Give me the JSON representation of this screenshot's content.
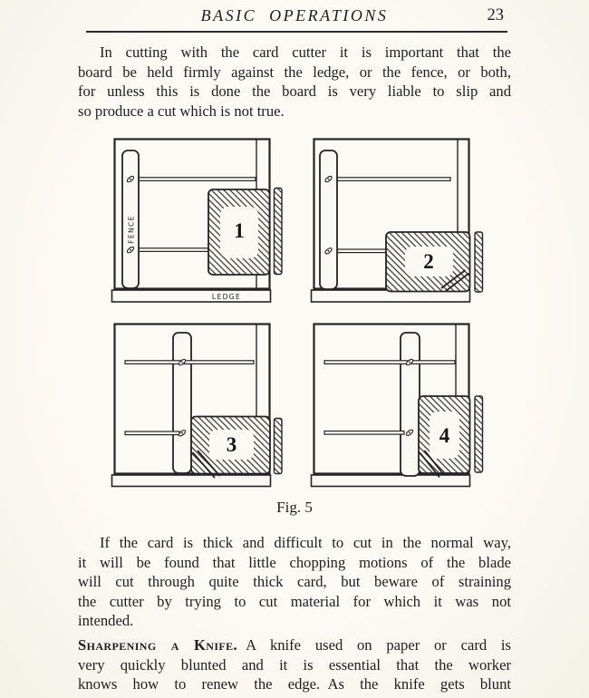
{
  "header": {
    "title": "BASIC OPERATIONS",
    "page_number": "23"
  },
  "paragraphs": {
    "p1_lines": [
      "In cutting with the card cutter it is important that the",
      "board be held firmly against the ledge, or the fence, or both,",
      "for unless this is done the board is very liable to slip and",
      "so produce a cut which is not true."
    ],
    "p2_lines": [
      "If the card is thick and difficult to cut in the normal way,",
      "it will be found that little chopping motions of the blade",
      "will cut through quite thick card, but beware of straining",
      "the cutter by trying to cut material for which it was not",
      "intended."
    ],
    "p3": {
      "lead": "Sharpening a Knife.",
      "line1_rest": "A knife used on paper or card is",
      "line2": "very quickly blunted and it is essential that the worker",
      "line3": "knows how to renew the edge. As the knife gets blunt"
    }
  },
  "figure": {
    "caption": "Fig. 5",
    "fence_label": "FENCE",
    "ledge_label": "LEDGE",
    "panels": [
      {
        "number": "1"
      },
      {
        "number": "2"
      },
      {
        "number": "3"
      },
      {
        "number": "4"
      }
    ]
  },
  "colors": {
    "paper": "#fbf9f3",
    "ink": "#242424"
  }
}
